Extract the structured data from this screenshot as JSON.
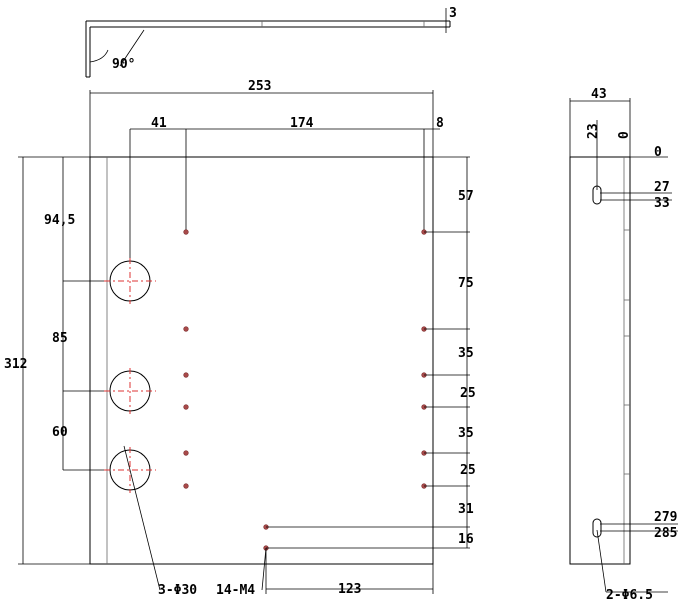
{
  "bend_view": {
    "angle_label": "90°",
    "thickness_label": "3"
  },
  "front_view": {
    "overall_width": "253",
    "top_dim_left": "41",
    "top_dim_mid": "174",
    "top_dim_right": "8",
    "overall_height": "312",
    "left_dim_top": "94,5",
    "left_dim_mid": "85",
    "left_dim_low": "60",
    "right_dims": [
      "57",
      "75",
      "35",
      "25",
      "35",
      "25",
      "31",
      "16"
    ],
    "bottom_dim": "123",
    "callout_big_holes": "3-Φ30",
    "callout_small_holes": "14-M4"
  },
  "side_view": {
    "width": "43",
    "v23": "23",
    "v0_vertical": "0",
    "v0": "0",
    "v27": "27",
    "v33": "33",
    "v279": "279",
    "v285": "285",
    "callout_slots": "2-Φ6.5"
  }
}
